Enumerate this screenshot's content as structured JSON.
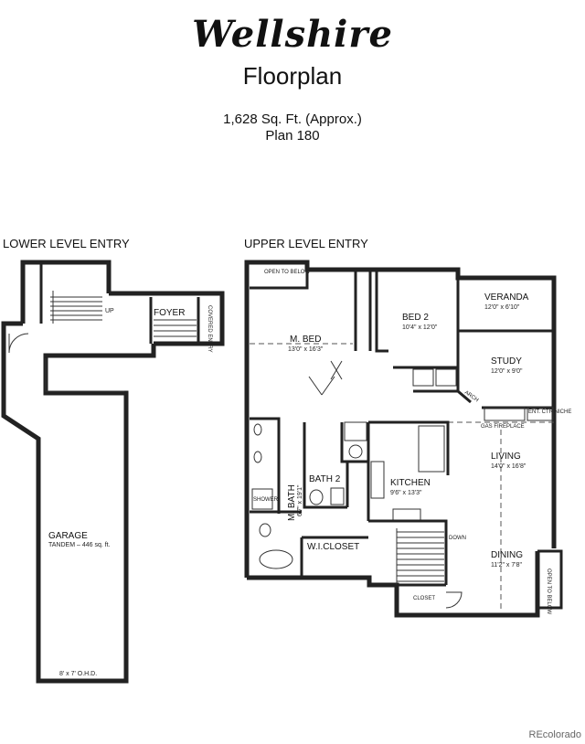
{
  "header": {
    "brand": "Wellshire",
    "subtitle": "Floorplan",
    "sqft": "1,628 Sq. Ft. (Approx.)",
    "plan": "Plan 180"
  },
  "sections": {
    "lower": "LOWER LEVEL ENTRY",
    "upper": "UPPER LEVEL ENTRY"
  },
  "rooms": {
    "garage": {
      "name": "GARAGE",
      "size": "TANDEM – 446 sq. ft."
    },
    "garage_door": "8' x 7' O.H.D.",
    "foyer": "FOYER",
    "covered_entry": "COVERED ENTRY",
    "up": "UP",
    "open_to_below": "OPEN TO BELOW",
    "mbed": {
      "name": "M. BED",
      "size": "13'0\" x 16'3\""
    },
    "bed2": {
      "name": "BED 2",
      "size": "10'4\" x 12'0\""
    },
    "veranda": {
      "name": "VERANDA",
      "size": "12'0\" x 6'10\""
    },
    "study": {
      "name": "STUDY",
      "size": "12'0\" x 9'0\""
    },
    "living": {
      "name": "LIVING",
      "size": "14'0\" x 16'8\""
    },
    "kitchen": {
      "name": "KITCHEN",
      "size": "9'6\" x 13'3\""
    },
    "mbath": {
      "name": "M. BATH",
      "size": "6'7\" x 19'1\""
    },
    "bath2": "BATH 2",
    "wicloset": "W.I.CLOSET",
    "dining": {
      "name": "DINING",
      "size": "11'2\" x 7'8\""
    },
    "closet": "CLOSET",
    "down": "DOWN",
    "gas_fireplace": "GAS FIREPLACE",
    "ent_ctr": "ENT. CTR NICHE",
    "arch": "ARCH",
    "shower": "SHOWER"
  },
  "credit": "REcolorado"
}
